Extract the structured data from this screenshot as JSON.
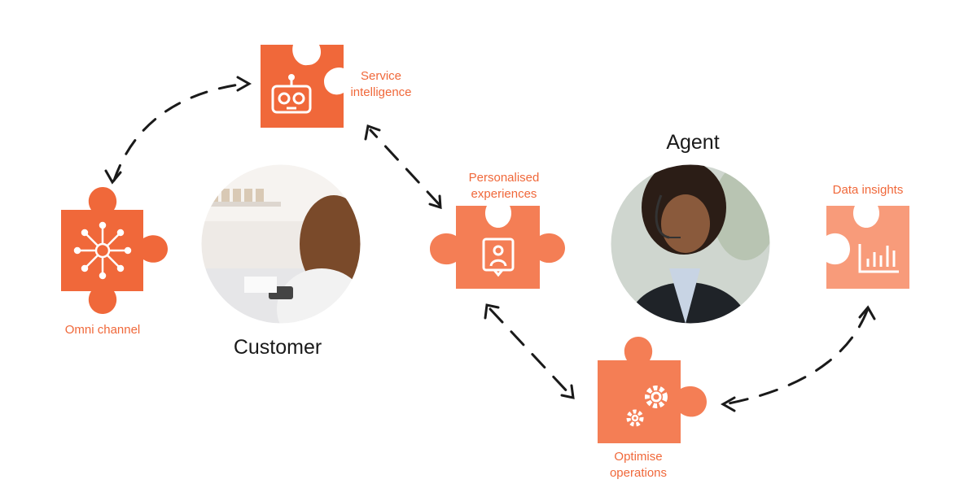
{
  "colors": {
    "accent": "#f0683a",
    "accent_light": "#f47e55",
    "accent_pale": "#f89b7a",
    "arrow": "#1a1a1a",
    "text_dark": "#1a1a1a"
  },
  "nodes": {
    "service_intelligence": {
      "line1": "Service",
      "line2": "intelligence",
      "icon": "robot-icon"
    },
    "omni_channel": {
      "label": "Omni channel",
      "icon": "hub-network-icon"
    },
    "personalised_experiences": {
      "line1": "Personalised",
      "line2": "experiences",
      "icon": "user-profile-icon"
    },
    "data_insights": {
      "label": "Data insights",
      "icon": "bar-chart-icon"
    },
    "optimise_operations": {
      "line1": "Optimise",
      "line2": "operations",
      "icon": "gears-icon"
    }
  },
  "photos": {
    "customer": {
      "caption": "Customer",
      "subject": "customer-photo"
    },
    "agent": {
      "caption": "Agent",
      "subject": "agent-photo"
    }
  }
}
